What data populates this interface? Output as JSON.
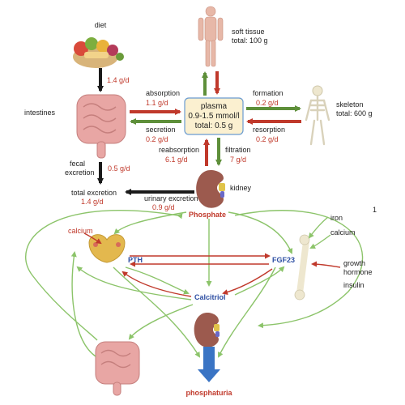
{
  "labels": {
    "diet": "diet",
    "soft_tissue": "soft tissue",
    "soft_tissue_total": "total: 100 g",
    "intestines": "intestines",
    "skeleton": "skeleton",
    "skeleton_total": "total: 600 g",
    "kidney": "kidney",
    "fecal": "fecal",
    "excretion": "excretion",
    "total_excretion": "total excretion",
    "urinary_excretion": "urinary excretion",
    "absorption": "absorption",
    "secretion": "secretion",
    "formation": "formation",
    "resorption": "resorption",
    "reabsorption": "reabsorption",
    "filtration": "filtration",
    "plasma_title": "plasma",
    "plasma_range": "0.9-1.5 mmol/l",
    "plasma_total": "total: 0.5 g",
    "phosphate": "Phosphate",
    "calcium_left": "calcium",
    "pth": "PTH",
    "fgf23": "FGF23",
    "calcitriol": "Calcitriol",
    "phosphaturia": "phosphaturia",
    "iron": "iron",
    "calcium_right": "calcium",
    "growth": "growth",
    "hormone": "hormone",
    "insulin": "insulin",
    "footnote": "1"
  },
  "values": {
    "diet": "1.4 g/d",
    "absorption": "1.1 g/d",
    "secretion": "0.2 g/d",
    "formation": "0.2 g/d",
    "resorption": "0.2 g/d",
    "reabsorption": "6.1 g/d",
    "filtration": "7 g/d",
    "fecal": "0.5 g/d",
    "total_excretion": "1.4 g/d",
    "urinary_excretion": "0.9 g/d"
  },
  "colors": {
    "green": "#5e8f3a",
    "light_green": "#8cc46a",
    "red": "#c0392b",
    "black": "#1a1a1a",
    "blue": "#3a74c4",
    "plasma_fill": "#fbf0d0",
    "plasma_border": "#6a9bd1",
    "organ_pink": "#e8a6a4",
    "kidney_brown": "#9c5a4e"
  }
}
